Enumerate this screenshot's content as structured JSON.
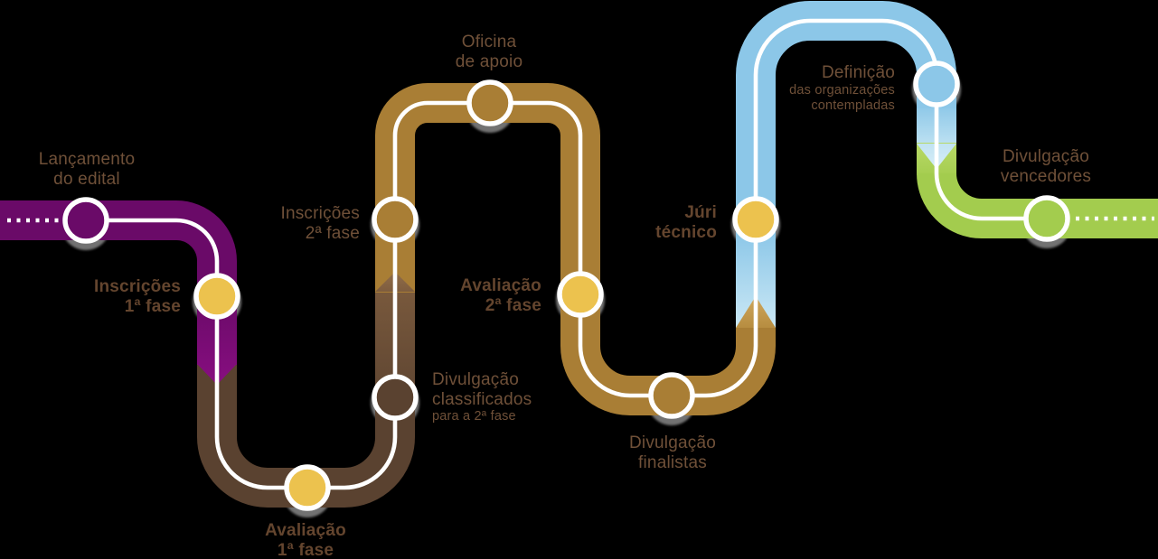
{
  "diagram": {
    "background": "#000000",
    "palette": {
      "purple": "#6a0a68",
      "dark_brown": "#5a4230",
      "tan": "#a97e35",
      "blue": "#8cc7e8",
      "green": "#a3cc4e",
      "yellow": "#ecc24e",
      "node_ring": "#ffffff",
      "path_line": "#ffffff",
      "shadow": "#8f8f8f",
      "label_text": "#6f5038",
      "label_text_bold": "#64452e"
    },
    "connectors": {
      "start": "dotted-line",
      "end": "dotted-line"
    },
    "stages": [
      {
        "name": "lancamento-do-edital",
        "line1": "Lançamento",
        "line2": "do edital",
        "node_color": "#6a0a68",
        "emphasized": false
      },
      {
        "name": "inscricoes-1a-fase",
        "line1": "Inscrições",
        "line2": "1ª fase",
        "node_color": "#ecc24e",
        "emphasized": true
      },
      {
        "name": "avaliacao-1a-fase",
        "line1": "Avaliação",
        "line2": "1ª fase",
        "node_color": "#ecc24e",
        "emphasized": true
      },
      {
        "name": "divulgacao-classificados",
        "line1": "Divulgação",
        "line2": "classificados",
        "line3": "para a 2ª fase",
        "node_color": "#5a4230",
        "emphasized": false
      },
      {
        "name": "inscricoes-2a-fase",
        "line1": "Inscrições",
        "line2": "2ª fase",
        "node_color": "#a97e35",
        "emphasized": false
      },
      {
        "name": "oficina-de-apoio",
        "line1": "Oficina",
        "line2": "de apoio",
        "node_color": "#a97e35",
        "emphasized": false
      },
      {
        "name": "avaliacao-2a-fase",
        "line1": "Avaliação",
        "line2": "2ª fase",
        "node_color": "#ecc24e",
        "emphasized": true
      },
      {
        "name": "divulgacao-finalistas",
        "line1": "Divulgação",
        "line2": "finalistas",
        "node_color": "#a97e35",
        "emphasized": false
      },
      {
        "name": "juri-tecnico",
        "line1": "Júri",
        "line2": "técnico",
        "node_color": "#ecc24e",
        "emphasized": true
      },
      {
        "name": "definicao-organizacoes",
        "line1": "Definição",
        "line2": "das organizações",
        "line3": "contempladas",
        "node_color": "#8cc7e8",
        "emphasized": false
      },
      {
        "name": "divulgacao-vencedores",
        "line1": "Divulgação",
        "line2": "vencedores",
        "node_color": "#a3cc4e",
        "emphasized": false
      }
    ]
  }
}
